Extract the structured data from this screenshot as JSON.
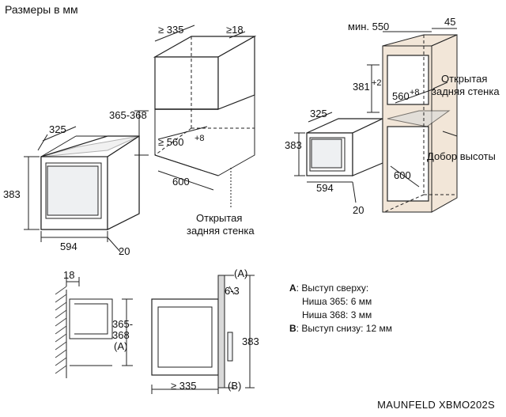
{
  "title": "Размеры в мм",
  "model": "MAUNFELD XBMO202S",
  "legend": {
    "a_key": "A",
    "a_text": ": Выступ сверху:",
    "a_line1": "Ниша 365: 6 мм",
    "a_line2": "Ниша 368: 3 мм",
    "b_key": "B",
    "b_text": ": Выступ снизу: 12 мм"
  },
  "diagram1": {
    "depth": "325",
    "height": "383",
    "width": "594",
    "front": "20",
    "niche_depth": "≥ 335",
    "gap": "≥18",
    "niche_height": "365-368",
    "niche_width_min": "≥ 560",
    "niche_width_sup": "+8",
    "cabinet_depth": "600",
    "open_back_line1": "Открытая",
    "open_back_line2": "задняя стенка"
  },
  "diagram2": {
    "min_width": "мин. 550",
    "side": "45",
    "depth": "325",
    "height": "383",
    "width": "594",
    "front": "20",
    "niche_height": "381",
    "niche_height_sup": "+2",
    "niche_width": "560",
    "niche_width_sup": "+8",
    "cabinet_depth": "600",
    "open_back_line1": "Открытая",
    "open_back_line2": "задняя стенка",
    "height_add": "Добор высоты"
  },
  "diagram3": {
    "wall_gap": "18",
    "niche_h1": "365-",
    "niche_h2": "368",
    "niche_h3": "(A)",
    "depth_min": "≥ 335",
    "marker_a": "(A)",
    "marker_b": "(B)",
    "top_gap": "6-3",
    "height": "383"
  }
}
